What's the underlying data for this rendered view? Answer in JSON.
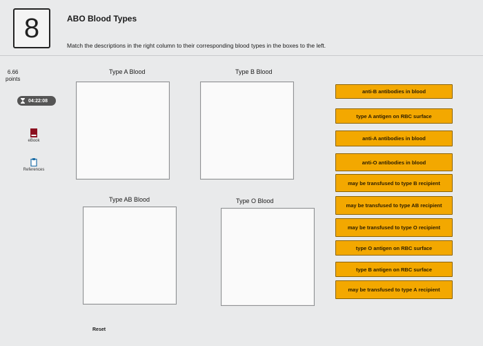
{
  "question": {
    "number": "8",
    "title": "ABO Blood Types",
    "instructions": "Match the descriptions in the right column to their corresponding blood types in the boxes to the left."
  },
  "sidebar": {
    "points_value": "6.66",
    "points_label": "points",
    "timer": "04:22:08",
    "ebook_label": "eBook",
    "references_label": "References"
  },
  "drop_targets": {
    "type_a": "Type A Blood",
    "type_b": "Type B Blood",
    "type_ab": "Type AB Blood",
    "type_o": "Type O Blood"
  },
  "choices": [
    "anti-B antibodies in blood",
    "type A antigen on RBC surface",
    "anti-A antibodies in blood",
    "anti-O antibodies in blood",
    "may be transfused to type B recipient",
    "may be transfused to type AB recipient",
    "may be transfused to type O recipient",
    "type O antigen on RBC surface",
    "type B antigen on RBC surface",
    "may be transfused to type A recipient"
  ],
  "reset_label": "Reset",
  "colors": {
    "chip": "#f3a800",
    "background": "#e9eaeb"
  },
  "icons": {
    "ebook": "book-icon",
    "references": "clipboard-icon",
    "timer": "hourglass-icon"
  }
}
